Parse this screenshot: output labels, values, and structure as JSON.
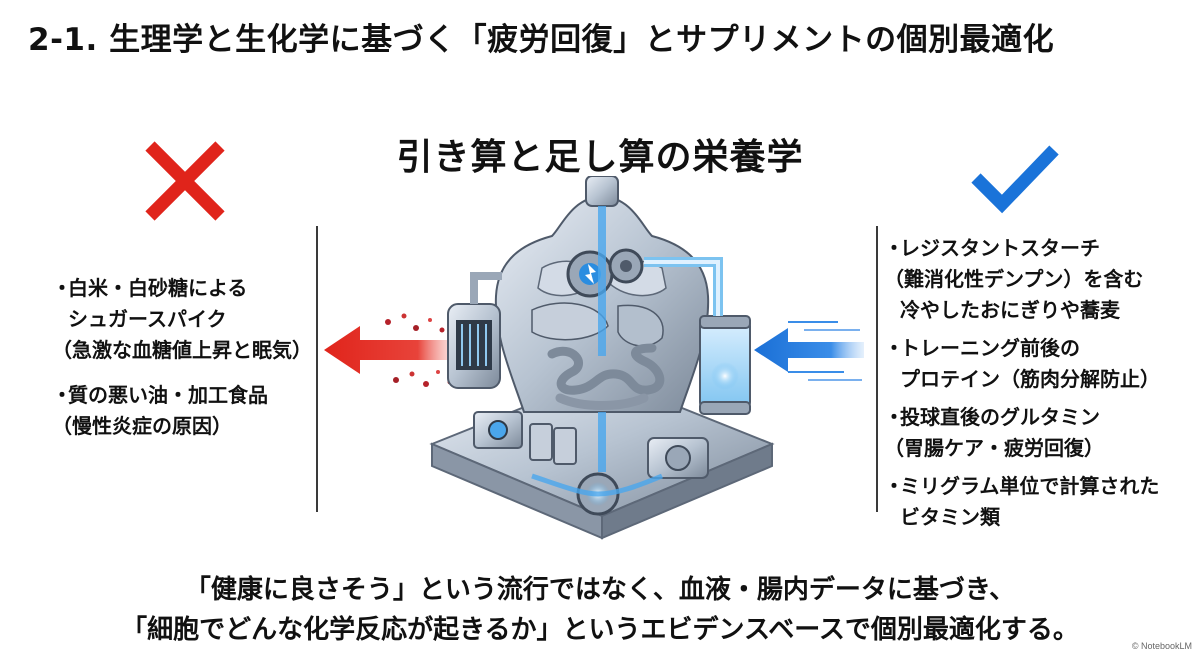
{
  "title": "2-1. 生理学と生化学に基づく「疲労回復」とサプリメントの個別最適化",
  "center_heading": "引き算と足し算の栄養学",
  "left_panel": {
    "icon": "cross-icon",
    "color": "#e0241b",
    "items": [
      {
        "lines": [
          "白米・白砂糖による",
          "シュガースパイク",
          "（急激な血糖値上昇と眠気）"
        ]
      },
      {
        "lines": [
          "質の悪い油・加工食品",
          "（慢性炎症の原因）"
        ]
      }
    ]
  },
  "right_panel": {
    "icon": "check-icon",
    "color": "#1a73d9",
    "items": [
      {
        "lines": [
          "レジスタントスターチ",
          "（難消化性デンプン）を含む",
          "冷やしたおにぎりや蕎麦"
        ]
      },
      {
        "lines": [
          "トレーニング前後の",
          "プロテイン（筋肉分解防止）"
        ]
      },
      {
        "lines": [
          "投球直後のグルタミン",
          "（胃腸ケア・疲労回復）"
        ]
      },
      {
        "lines": [
          "ミリグラム単位で計算された",
          "ビタミン類"
        ]
      }
    ]
  },
  "bottom_text": {
    "line1": "「健康に良さそう」という流行ではなく、血液・腸内データに基づき、",
    "line2": "「細胞でどんな化学反応が起きるか」というエビデンスベースで個別最適化する。"
  },
  "credit": "© NotebookLM"
}
